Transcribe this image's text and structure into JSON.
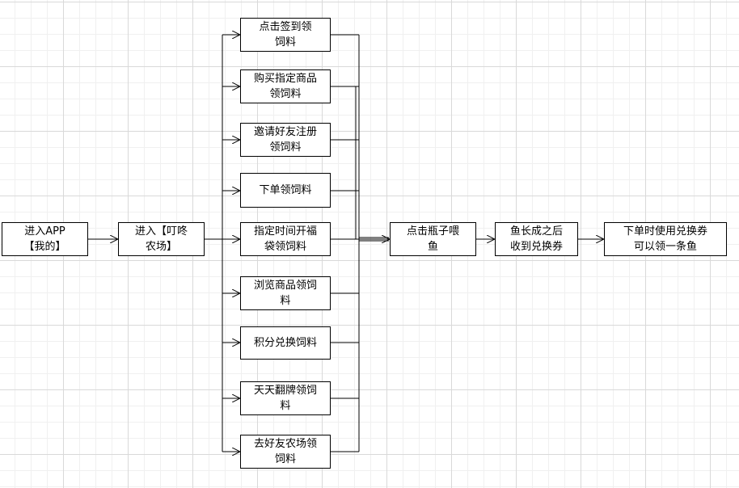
{
  "nodes": {
    "enter_app": "进入APP\n【我的】",
    "enter_farm": "进入【叮咚\n农场】",
    "sign_in": "点击签到领\n饲料",
    "buy_product": "购买指定商品\n领饲料",
    "invite_friend": "邀请好友注册\n领饲料",
    "place_order": "下单领饲料",
    "lucky_bag": "指定时间开福\n袋领饲料",
    "browse": "浏览商品领饲\n料",
    "points": "积分兑换饲料",
    "flip_card": "天天翻牌领饲\n料",
    "friend_farm": "去好友农场领\n饲料",
    "feed_fish": "点击瓶子喂\n鱼",
    "fish_grown": "鱼长成之后\n收到兑换券",
    "redeem": "下单时使用兑换券\n可以领一条鱼"
  },
  "colors": {
    "line": "#000000",
    "box_border": "#000000",
    "grid_major": "#d9d9d9",
    "grid_minor": "#f0f0f0"
  }
}
